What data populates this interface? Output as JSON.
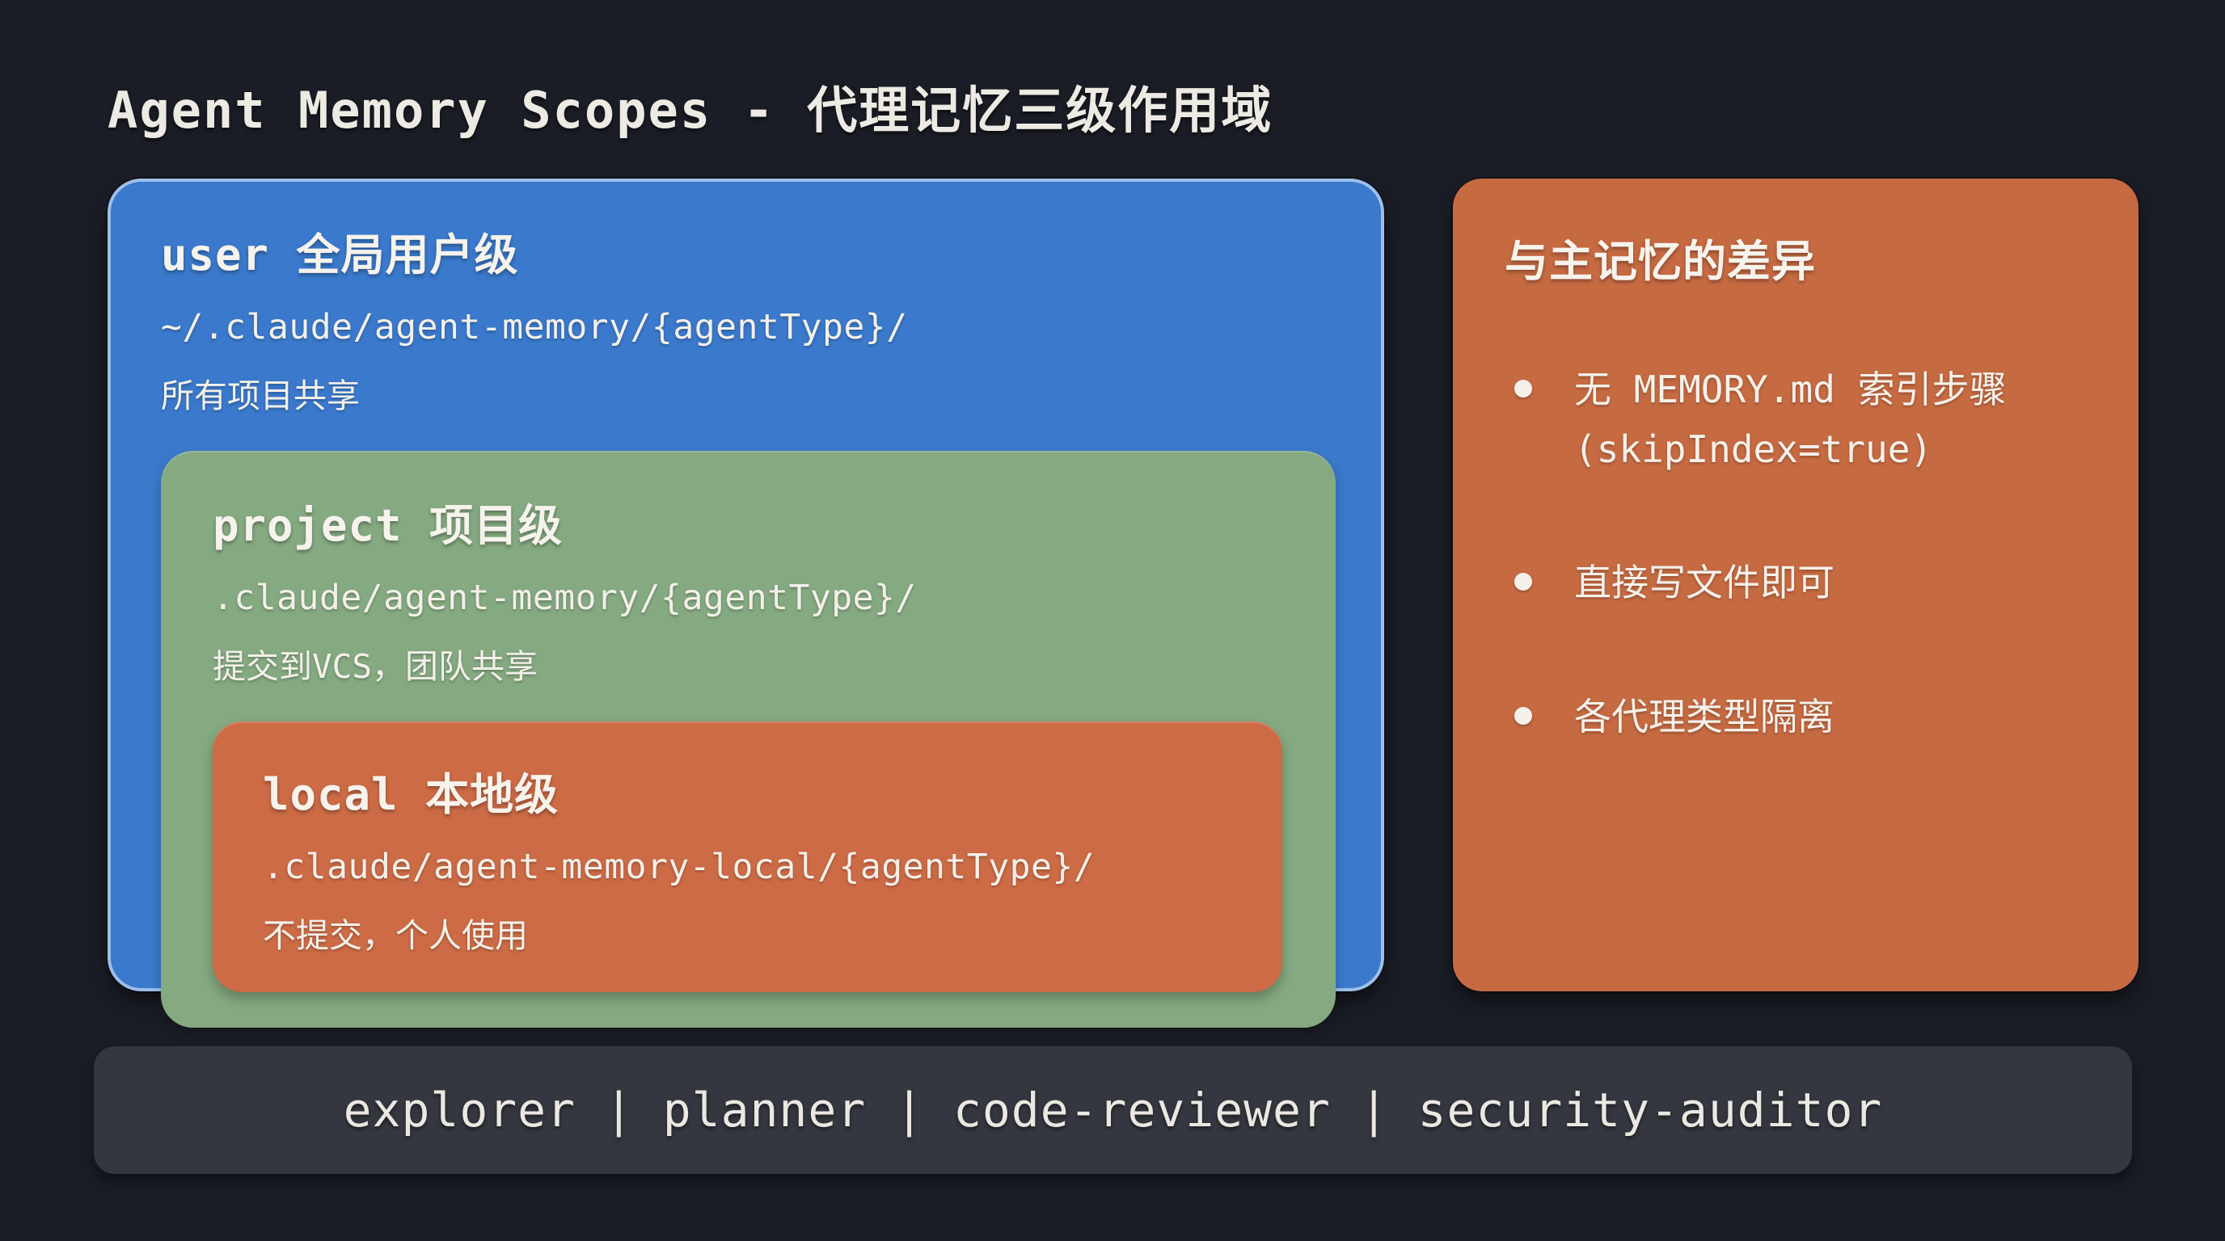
{
  "title": "Agent Memory Scopes - 代理记忆三级作用域",
  "colors": {
    "background": "#1b1d26",
    "user_box": "#3a79cb",
    "user_box_border": "#9dbfe9",
    "project_box": "#85a981",
    "local_box": "#cc6b46",
    "diff_box": "#c66a42",
    "agent_bar": "#34373f",
    "text": "#f2efe8"
  },
  "scopes": {
    "user": {
      "heading": "user 全局用户级",
      "path": "~/.claude/agent-memory/{agentType}/",
      "note": "所有项目共享"
    },
    "project": {
      "heading": "project 项目级",
      "path": ".claude/agent-memory/{agentType}/",
      "note": "提交到VCS，团队共享"
    },
    "local": {
      "heading": "local 本地级",
      "path": ".claude/agent-memory-local/{agentType}/",
      "note": "不提交，个人使用"
    }
  },
  "differences": {
    "title": "与主记忆的差异",
    "bullets": [
      {
        "line1": "无 MEMORY.md 索引步骤",
        "line2": "(skipIndex=true)"
      },
      {
        "line1": "直接写文件即可"
      },
      {
        "line1": "各代理类型隔离"
      }
    ]
  },
  "agent_types": {
    "label": "explorer | planner | code-reviewer | security-auditor",
    "items": [
      "explorer",
      "planner",
      "code-reviewer",
      "security-auditor"
    ],
    "separator": " | "
  }
}
